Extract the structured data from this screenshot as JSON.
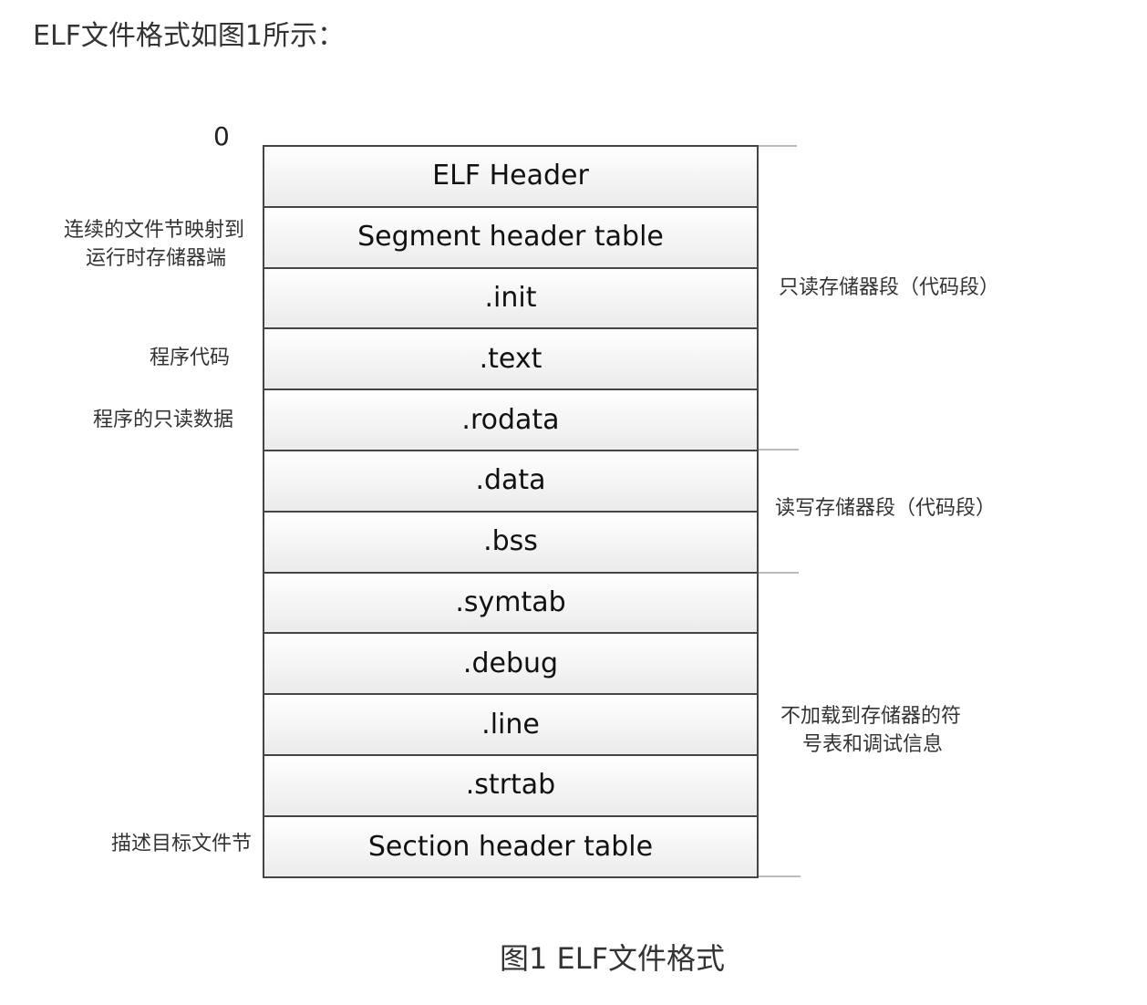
{
  "intro_text": "ELF文件格式如图1所示：",
  "zero_label": "0",
  "sections": [
    {
      "label": "ELF Header"
    },
    {
      "label": "Segment header table"
    },
    {
      "label": ".init"
    },
    {
      "label": ".text"
    },
    {
      "label": ".rodata"
    },
    {
      "label": ".data"
    },
    {
      "label": ".bss"
    },
    {
      "label": ".symtab"
    },
    {
      "label": ".debug"
    },
    {
      "label": ".line"
    },
    {
      "label": ".strtab"
    },
    {
      "label": "Section header table"
    }
  ],
  "left_notes": {
    "segment_map_line1": "连续的文件节映射到",
    "segment_map_line2": "运行时存储器端",
    "program_code": "程序代码",
    "readonly_data": "程序的只读数据",
    "describe_sections": "描述目标文件节"
  },
  "right_notes": {
    "readonly_segment": "只读存储器段（代码段）",
    "readwrite_segment": "读写存储器段（代码段）",
    "not_loaded_line1": "不加载到存储器的符",
    "not_loaded_line2": "号表和调试信息"
  },
  "caption": "图1 ELF文件格式"
}
